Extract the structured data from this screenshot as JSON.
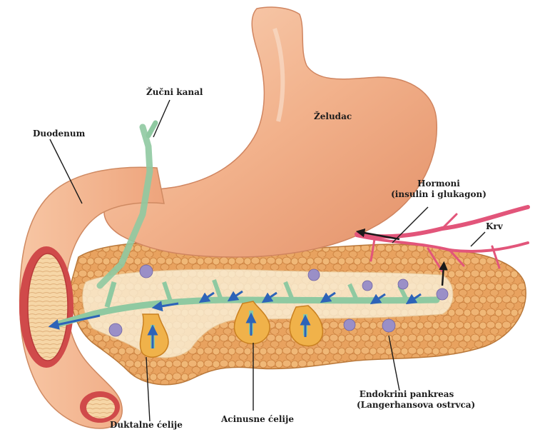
{
  "labels": {
    "zucni_kanal": "Žučni kanal",
    "duodenum": "Duodenum",
    "zeludac": "Želudac",
    "hormoni_line1": "Hormoni",
    "hormoni_line2": "(insulin i glukagon)",
    "krv": "Krv",
    "endokrini_line1": "Endokrini pankreas",
    "endokrini_line2": "(Langerhansova ostrvca)",
    "duktalne": "Duktalne ćelije",
    "acinusne": "Acinusne ćelije"
  },
  "colors": {
    "stomach": "#f2b28c",
    "pancreas": "#e9a25e",
    "duodenum_wall": "#d04a4a",
    "duct": "#8fc9a1",
    "blood_vessel": "#e2557a",
    "arrow": "#2d63b8",
    "islet": "#9a8fc7"
  }
}
